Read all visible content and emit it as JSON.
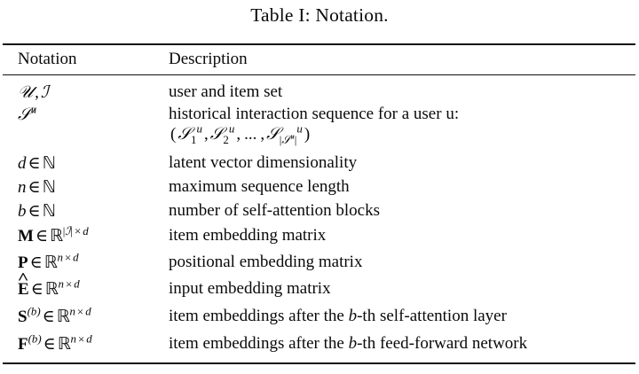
{
  "caption": "Table I: Notation.",
  "table": {
    "headers": {
      "notation": "Notation",
      "description": "Description"
    },
    "rows": [
      {
        "notation_text": "U, I",
        "description": "user and item set"
      },
      {
        "notation_text": "S^u",
        "description": "historical interaction sequence for a user u:",
        "description_line2": "(S_1^u, S_2^u, ..., S_|S^u|^u)"
      },
      {
        "notation_text": "d ∈ ℕ",
        "description": "latent vector dimensionality"
      },
      {
        "notation_text": "n ∈ ℕ",
        "description": "maximum sequence length"
      },
      {
        "notation_text": "b ∈ ℕ",
        "description": "number of self-attention blocks"
      },
      {
        "notation_text": "M ∈ ℝ^{|I|×d}",
        "description": "item embedding matrix"
      },
      {
        "notation_text": "P ∈ ℝ^{n×d}",
        "description": "positional embedding matrix"
      },
      {
        "notation_text": "Ê ∈ ℝ^{n×d}",
        "description": "input embedding matrix"
      },
      {
        "notation_text": "S^{(b)} ∈ ℝ^{n×d}",
        "description_parts": {
          "pre": "item embeddings after the ",
          "var": "b",
          "post": "-th self-attention layer"
        }
      },
      {
        "notation_text": "F^{(b)} ∈ ℝ^{n×d}",
        "description_parts": {
          "pre": "item embeddings after the ",
          "var": "b",
          "post": "-th feed-forward network"
        }
      }
    ],
    "symbols": {
      "cal_u": "𝒰",
      "cal_i": "ℐ",
      "cal_s": "𝒮",
      "blackboard_n": "ℕ",
      "blackboard_r": "ℝ",
      "element_of": "∈",
      "times": "×",
      "comma": ",",
      "ellipsis": "...",
      "sup_u": "u",
      "sup_b": "(b)"
    }
  }
}
